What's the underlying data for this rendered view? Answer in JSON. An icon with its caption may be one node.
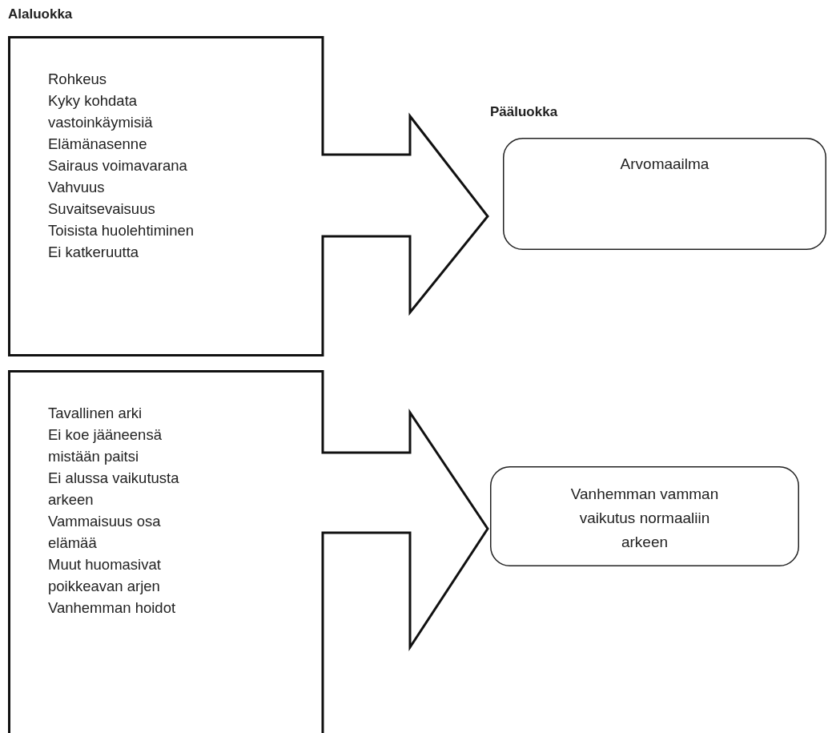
{
  "diagram": {
    "nodes": [
      {
        "text": [
          "Rohkeus",
          "Kyky kohdata vastoinkäymisiä",
          "Elämänasenne",
          "Sairaus voimavarana",
          "Vahvuus",
          "Suvaitsevaisuus",
          "Toisista huolehtiminen",
          "Ei katkeruutta"
        ]
      },
      {
        "text": [
          "Arvomaailma"
        ]
      },
      {
        "text": [
          "Tavallinen arki",
          "Ei koe jääneensä mistään paitsi",
          "Ei alussa vaikutusta arkeen",
          "Vammaisuus osa elämää",
          "Muut huomasivat poikkeavan arjen",
          "Vanhemman hoidot"
        ]
      },
      {
        "text": [
          "Vanhemman vamman vaikutus normaaliin arkeen"
        ]
      }
    ],
    "labels": [
      "Alaluokka",
      "Pääluokka"
    ]
  }
}
